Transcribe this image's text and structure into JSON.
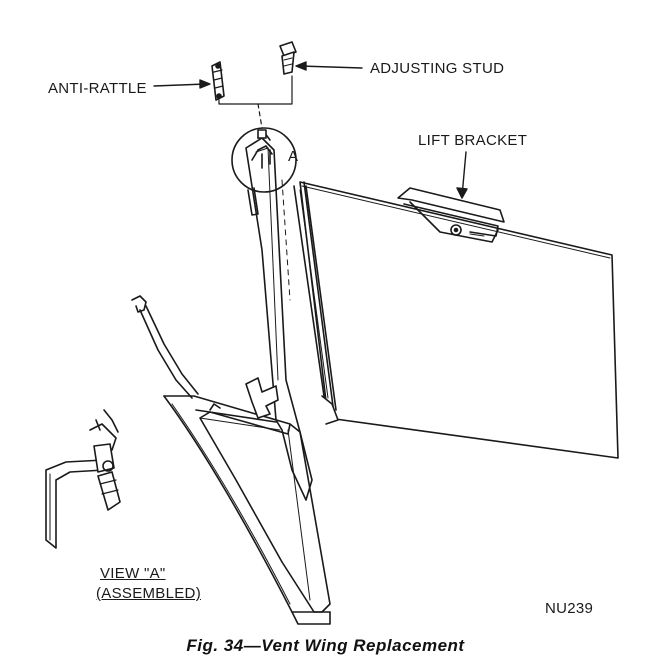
{
  "figure": {
    "caption": "Fig. 34—Vent Wing Replacement",
    "code": "NU239"
  },
  "labels": {
    "anti_rattle": "ANTI-RATTLE",
    "adjusting_stud": "ADJUSTING STUD",
    "lift_bracket": "LIFT BRACKET",
    "detail_marker": "A",
    "view_title": "VIEW \"A\"",
    "view_subtitle": "(ASSEMBLED)"
  }
}
